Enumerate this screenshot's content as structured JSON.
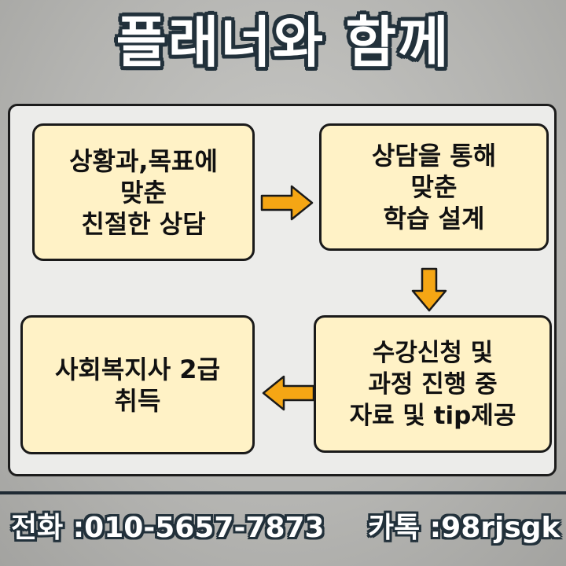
{
  "title": "플래너와 함께",
  "boxes": {
    "box1": {
      "lines": [
        "상황과,목표에",
        "맞춘",
        "친절한 상담"
      ]
    },
    "box2": {
      "lines": [
        "상담을 통해",
        "맞춘",
        "학습 설계"
      ]
    },
    "box3": {
      "lines": [
        "사회복지사 2급",
        "취득"
      ]
    },
    "box4": {
      "lines": [
        "수강신청 및",
        "과정 진행 중",
        "자료 및 tip제공"
      ]
    }
  },
  "colors": {
    "box_fill": "#fff2c6",
    "arrow": "#f5a614",
    "outline": "#22313b"
  },
  "footer": {
    "phone": "전화 :010-5657-7873",
    "kakao": "카톡 :98rjsgk"
  }
}
